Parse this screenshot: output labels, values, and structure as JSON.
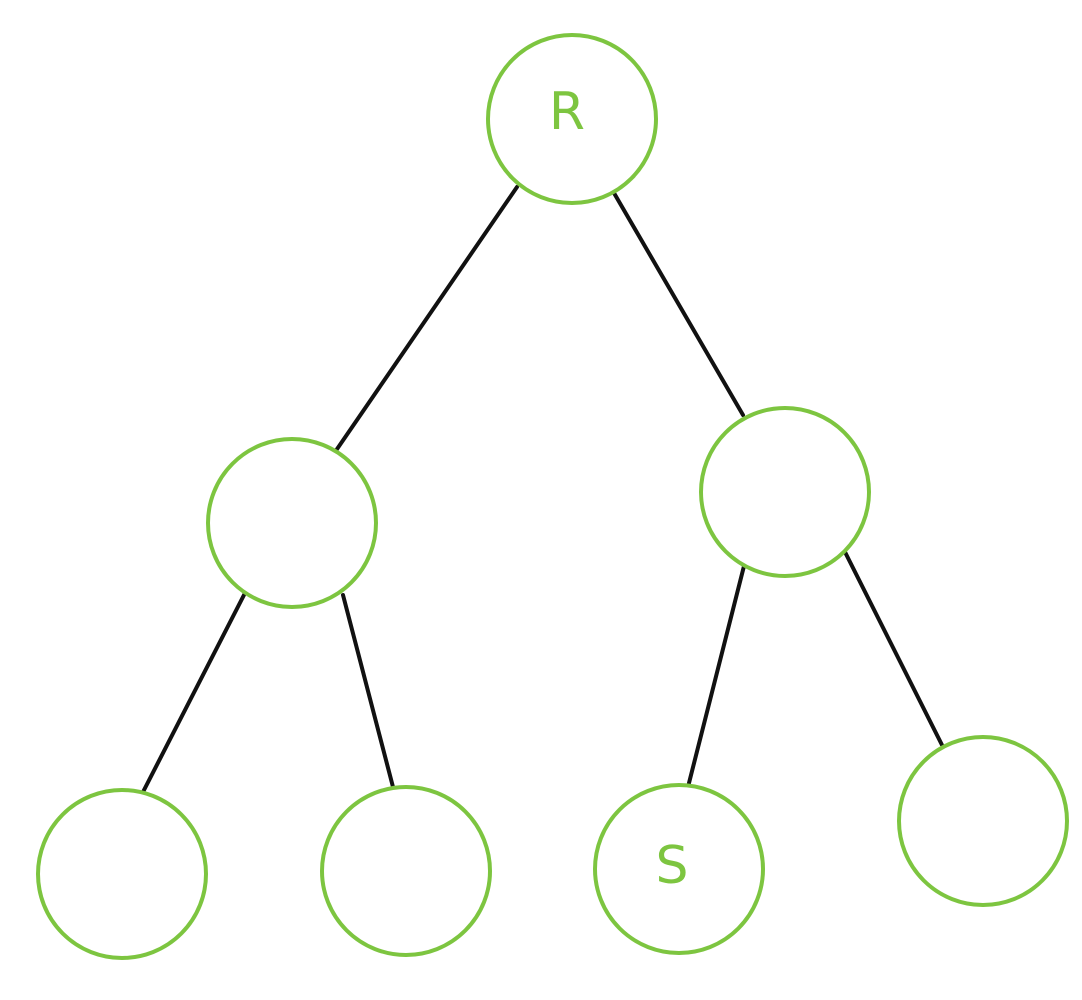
{
  "tree": {
    "nodes": [
      {
        "id": "root",
        "label": "R"
      },
      {
        "id": "left",
        "label": ""
      },
      {
        "id": "right",
        "label": ""
      },
      {
        "id": "left-left",
        "label": ""
      },
      {
        "id": "left-right",
        "label": ""
      },
      {
        "id": "right-left",
        "label": "S"
      },
      {
        "id": "right-right",
        "label": ""
      }
    ],
    "edges": [
      {
        "from": "root",
        "to": "left"
      },
      {
        "from": "root",
        "to": "right"
      },
      {
        "from": "left",
        "to": "left-left"
      },
      {
        "from": "left",
        "to": "left-right"
      },
      {
        "from": "right",
        "to": "right-left"
      },
      {
        "from": "right",
        "to": "right-right"
      }
    ],
    "colors": {
      "node_stroke": "#7dc540",
      "label": "#7dc540",
      "edge": "#111111"
    }
  }
}
